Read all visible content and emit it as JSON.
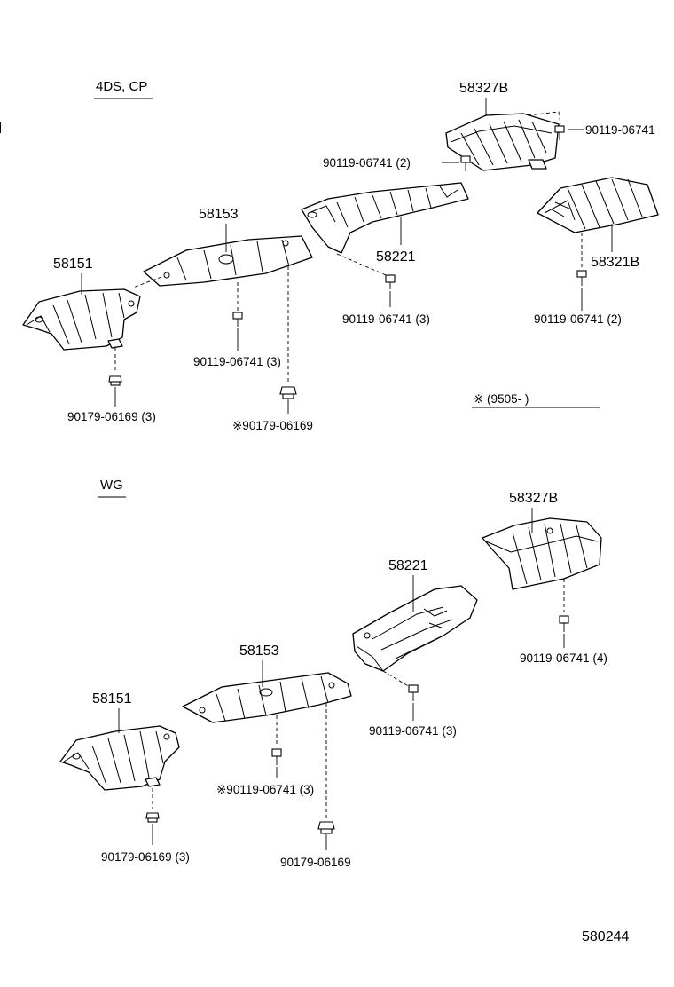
{
  "sections": {
    "top": {
      "label": "4DS, CP",
      "parts": {
        "p58151": "58151",
        "p58153": "58153",
        "p58221": "58221",
        "p58327B": "58327B",
        "p58321B": "58321B"
      },
      "fasteners": {
        "f1": "90119-06741",
        "f2": "90119-06741 (2)",
        "f3": "90119-06741 (3)",
        "f4": "90119-06741 (2)",
        "f5": "90119-06741 (3)",
        "f6": "90179-06169 (3)",
        "f7": "※90179-06169"
      },
      "note": "※ (9505-          )"
    },
    "bottom": {
      "label": "WG",
      "parts": {
        "p58327B": "58327B",
        "p58221": "58221",
        "p58153": "58153",
        "p58151": "58151"
      },
      "fasteners": {
        "f1": "90119-06741 (4)",
        "f2": "90119-06741 (3)",
        "f3": "※90119-06741 (3)",
        "f4": "90179-06169 (3)",
        "f5": "90179-06169"
      }
    }
  },
  "figure_id": "580244"
}
